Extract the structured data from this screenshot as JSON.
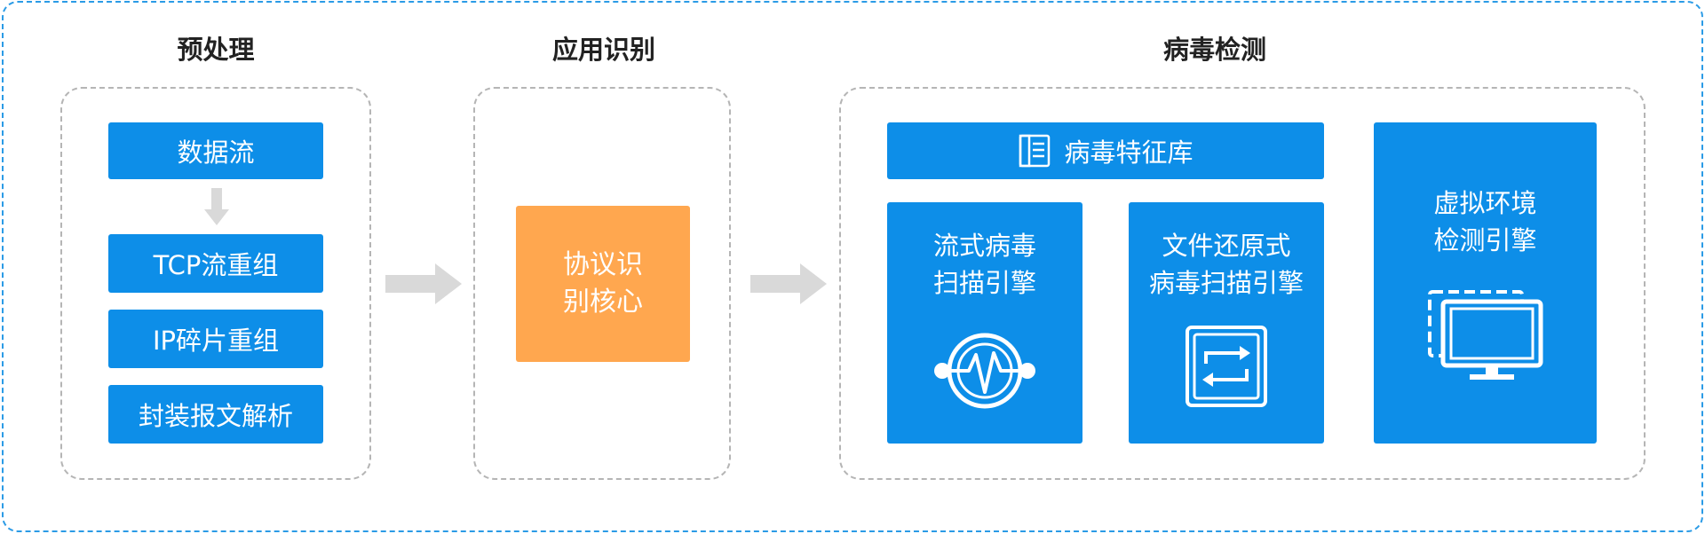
{
  "sections": {
    "preprocess": {
      "title": "预处理",
      "items": [
        "数据流",
        "TCP流重组",
        "IP碎片重组",
        "封装报文解析"
      ]
    },
    "app_identify": {
      "title": "应用识别",
      "core_lines": [
        "协议识",
        "别核心"
      ]
    },
    "virus_detect": {
      "title": "病毒检测",
      "signature_db": "病毒特征库",
      "engines": [
        {
          "lines": [
            "流式病毒",
            "扫描引擎"
          ],
          "icon": "waveform-circle-icon"
        },
        {
          "lines": [
            "文件还原式",
            "病毒扫描引擎"
          ],
          "icon": "swap-arrows-icon"
        },
        {
          "lines": [
            "虚拟环境",
            "检测引擎"
          ],
          "icon": "monitor-icon"
        }
      ]
    }
  },
  "colors": {
    "blue": "#0d8ee8",
    "orange": "#ffa74f",
    "arrow_gray": "#d9d9d9",
    "outer_border": "#2b9be6"
  }
}
